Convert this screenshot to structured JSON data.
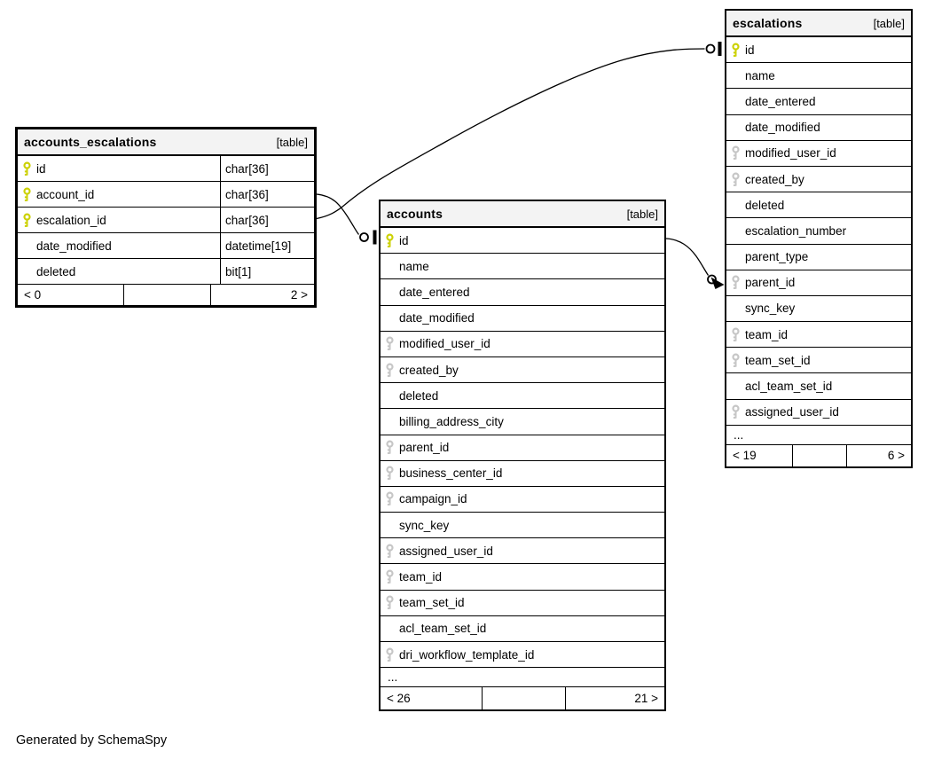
{
  "page": {
    "generator": "Generated by SchemaSpy"
  },
  "colors": {
    "primary_key": "#ccd104",
    "foreign_key": "#c6c6c6",
    "header_bg": "#f3f3f3",
    "line": "#000000"
  },
  "tables": [
    {
      "id": "accounts_escalations",
      "name": "accounts_escalations",
      "kind": "[table]",
      "show_types": true,
      "columns": [
        {
          "name": "id",
          "type": "char[36]",
          "key": "primary"
        },
        {
          "name": "account_id",
          "type": "char[36]",
          "key": "primary"
        },
        {
          "name": "escalation_id",
          "type": "char[36]",
          "key": "primary"
        },
        {
          "name": "date_modified",
          "type": "datetime[19]",
          "key": "none"
        },
        {
          "name": "deleted",
          "type": "bit[1]",
          "key": "none"
        }
      ],
      "ellipsis": "",
      "footer": {
        "left": "< 0",
        "middle": "",
        "right": "2 >"
      }
    },
    {
      "id": "accounts",
      "name": "accounts",
      "kind": "[table]",
      "show_types": false,
      "columns": [
        {
          "name": "id",
          "key": "primary"
        },
        {
          "name": "name",
          "key": "none"
        },
        {
          "name": "date_entered",
          "key": "none"
        },
        {
          "name": "date_modified",
          "key": "none"
        },
        {
          "name": "modified_user_id",
          "key": "foreign"
        },
        {
          "name": "created_by",
          "key": "foreign"
        },
        {
          "name": "deleted",
          "key": "none"
        },
        {
          "name": "billing_address_city",
          "key": "none"
        },
        {
          "name": "parent_id",
          "key": "foreign"
        },
        {
          "name": "business_center_id",
          "key": "foreign"
        },
        {
          "name": "campaign_id",
          "key": "foreign"
        },
        {
          "name": "sync_key",
          "key": "none"
        },
        {
          "name": "assigned_user_id",
          "key": "foreign"
        },
        {
          "name": "team_id",
          "key": "foreign"
        },
        {
          "name": "team_set_id",
          "key": "foreign"
        },
        {
          "name": "acl_team_set_id",
          "key": "none"
        },
        {
          "name": "dri_workflow_template_id",
          "key": "foreign"
        }
      ],
      "ellipsis": "...",
      "footer": {
        "left": "< 26",
        "middle": "",
        "right": "21 >"
      }
    },
    {
      "id": "escalations",
      "name": "escalations",
      "kind": "[table]",
      "show_types": false,
      "columns": [
        {
          "name": "id",
          "key": "primary"
        },
        {
          "name": "name",
          "key": "none"
        },
        {
          "name": "date_entered",
          "key": "none"
        },
        {
          "name": "date_modified",
          "key": "none"
        },
        {
          "name": "modified_user_id",
          "key": "foreign"
        },
        {
          "name": "created_by",
          "key": "foreign"
        },
        {
          "name": "deleted",
          "key": "none"
        },
        {
          "name": "escalation_number",
          "key": "none"
        },
        {
          "name": "parent_type",
          "key": "none"
        },
        {
          "name": "parent_id",
          "key": "foreign"
        },
        {
          "name": "sync_key",
          "key": "none"
        },
        {
          "name": "team_id",
          "key": "foreign"
        },
        {
          "name": "team_set_id",
          "key": "foreign"
        },
        {
          "name": "acl_team_set_id",
          "key": "none"
        },
        {
          "name": "assigned_user_id",
          "key": "foreign"
        }
      ],
      "ellipsis": "...",
      "footer": {
        "left": "< 19",
        "middle": "",
        "right": "6 >"
      }
    }
  ],
  "relationships": [
    {
      "from": "accounts_escalations.account_id",
      "to": "accounts.id"
    },
    {
      "from": "accounts_escalations.escalation_id",
      "to": "escalations.id"
    },
    {
      "from": "accounts.id",
      "to": "escalations.parent_id"
    }
  ]
}
